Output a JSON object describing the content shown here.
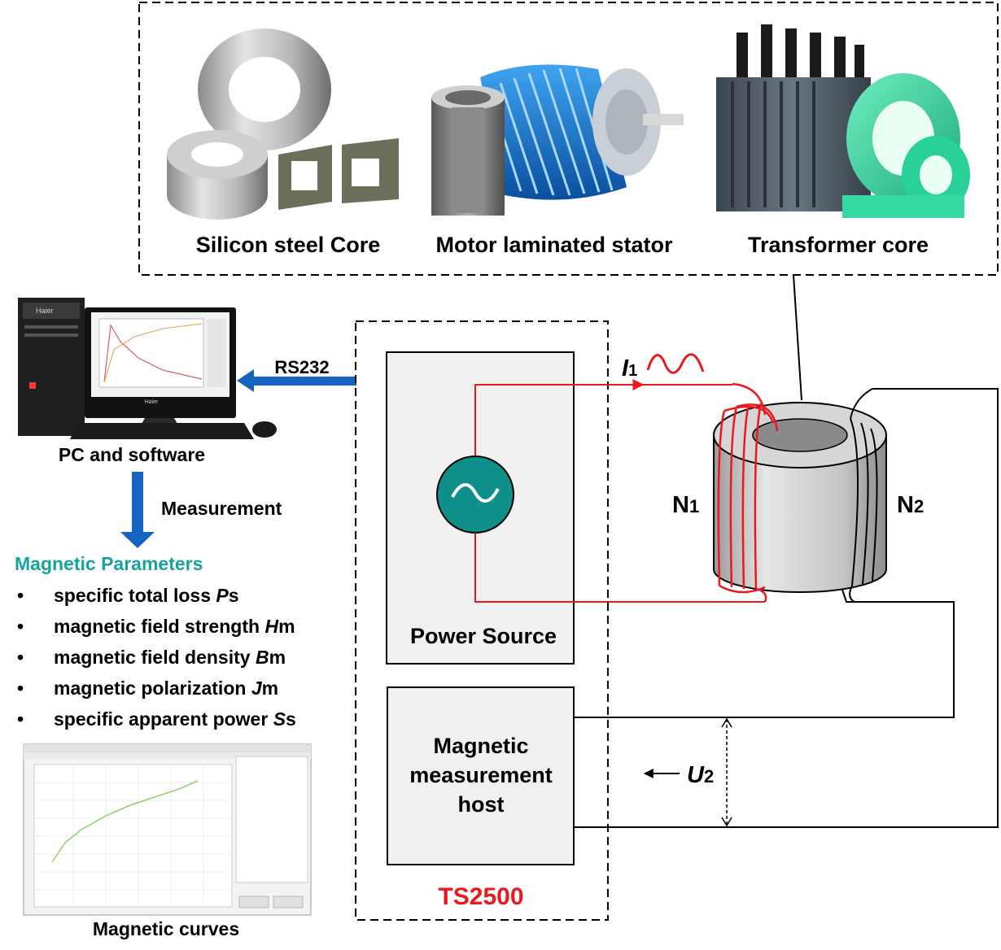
{
  "products": {
    "silicon_core": "Silicon steel Core",
    "motor_stator": "Motor laminated stator",
    "transformer_core": "Transformer core"
  },
  "pc": {
    "caption": "PC and software",
    "brand": "Haier"
  },
  "link": {
    "rs232": "RS232"
  },
  "measurement": "Measurement",
  "params": {
    "title": "Magnetic Parameters",
    "bullet": "•",
    "items": [
      {
        "text": "specific total loss ",
        "sym": "P",
        "sub": "s"
      },
      {
        "text": "magnetic field strength ",
        "sym": "H",
        "sub": "m"
      },
      {
        "text": "magnetic field density ",
        "sym": "B",
        "sub": "m"
      },
      {
        "text": "magnetic polarization ",
        "sym": "J",
        "sub": "m"
      },
      {
        "text": "specific apparent power ",
        "sym": "S",
        "sub": "s"
      }
    ]
  },
  "curves_caption": "Magnetic curves",
  "ts2500": {
    "name": "TS2500",
    "power_source": "Power Source",
    "host_line1": "Magnetic",
    "host_line2": "measurement",
    "host_line3": "host"
  },
  "winding": {
    "n1": "N",
    "n1_sub": "1",
    "n2": "N",
    "n2_sub": "2",
    "i1": "I",
    "i1_sub": "1",
    "u2": "U",
    "u2_sub": "2"
  },
  "colors": {
    "teal": "#17a2a0",
    "red": "#e8191f",
    "arrow_blue": "#1565c0"
  }
}
